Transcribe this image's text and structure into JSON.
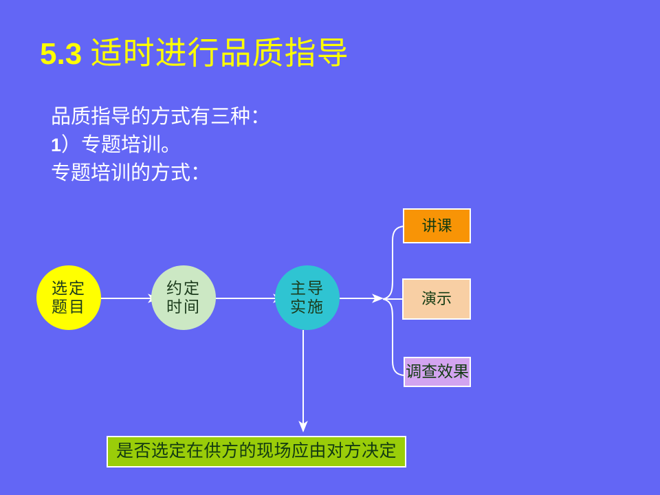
{
  "slide": {
    "background_color": "#6366f5",
    "title": {
      "number": "5.3",
      "text": "适时进行品质指导",
      "color": "#ffff00"
    },
    "body_lines": [
      "品质指导的方式有三种：",
      "）专题培训。",
      "专题培训的方式："
    ],
    "body_line2_number": "1",
    "body_color": "#ffffff"
  },
  "diagram": {
    "circles": [
      {
        "label_line1": "选定",
        "label_line2": "题目",
        "fill": "#ffff00",
        "name": "select-topic"
      },
      {
        "label_line1": "约定",
        "label_line2": "时间",
        "fill": "#cce8c4",
        "name": "agree-time"
      },
      {
        "label_line1": "主导",
        "label_line2": "实施",
        "fill": "#2fc4d2",
        "name": "lead-implementation"
      }
    ],
    "branch_boxes": [
      {
        "label": "讲课",
        "fill": "#f89406",
        "name": "lecture"
      },
      {
        "label": "演示",
        "fill": "#f8cfa4",
        "name": "demonstration"
      },
      {
        "label": "调查效果",
        "fill": "#d3a4f0",
        "name": "survey-effect"
      }
    ],
    "bottom_box": {
      "label": "是否选定在供方的现场应由对方决定",
      "fill": "#9acd09",
      "name": "venue-decision"
    },
    "connector_color": "#ffffff"
  }
}
